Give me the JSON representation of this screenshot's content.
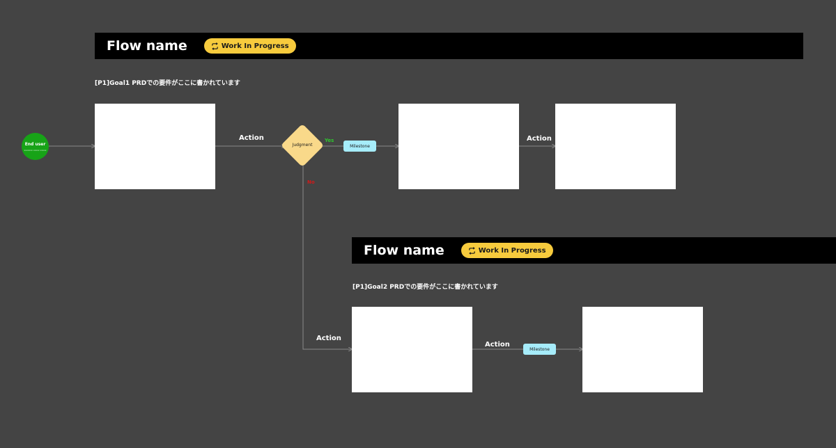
{
  "flows": [
    {
      "title": "Flow name",
      "status": "Work In Progress",
      "goal": "[P1]Goal1 PRDでの要件がここに書かれています"
    },
    {
      "title": "Flow name",
      "status": "Work In Progress",
      "goal": "[P1]Goal2 PRDでの要件がここに書かれています"
    }
  ],
  "nodes": {
    "end_user": {
      "title": "End user",
      "subtitle": "xxxxxxx xxxxx xxxxx"
    },
    "judgment": {
      "label": "Judgment",
      "yes": "Yes",
      "no": "No"
    }
  },
  "edges": {
    "action_1": "Action",
    "action_2": "Action",
    "action_3": "Action",
    "action_4": "Action",
    "milestone_1": "Milestone",
    "milestone_2": "Milestone"
  },
  "colors": {
    "canvas": "#444444",
    "header": "#000000",
    "badge": "#f7cb3d",
    "milestone": "#a6ecfa",
    "judgment": "#f9d98a",
    "end_user": "#17a317",
    "yes": "#2fc52f",
    "no": "#d11a1a",
    "connector": "#8a8a8a"
  },
  "icons": {
    "status": "refresh-arrows-icon"
  }
}
